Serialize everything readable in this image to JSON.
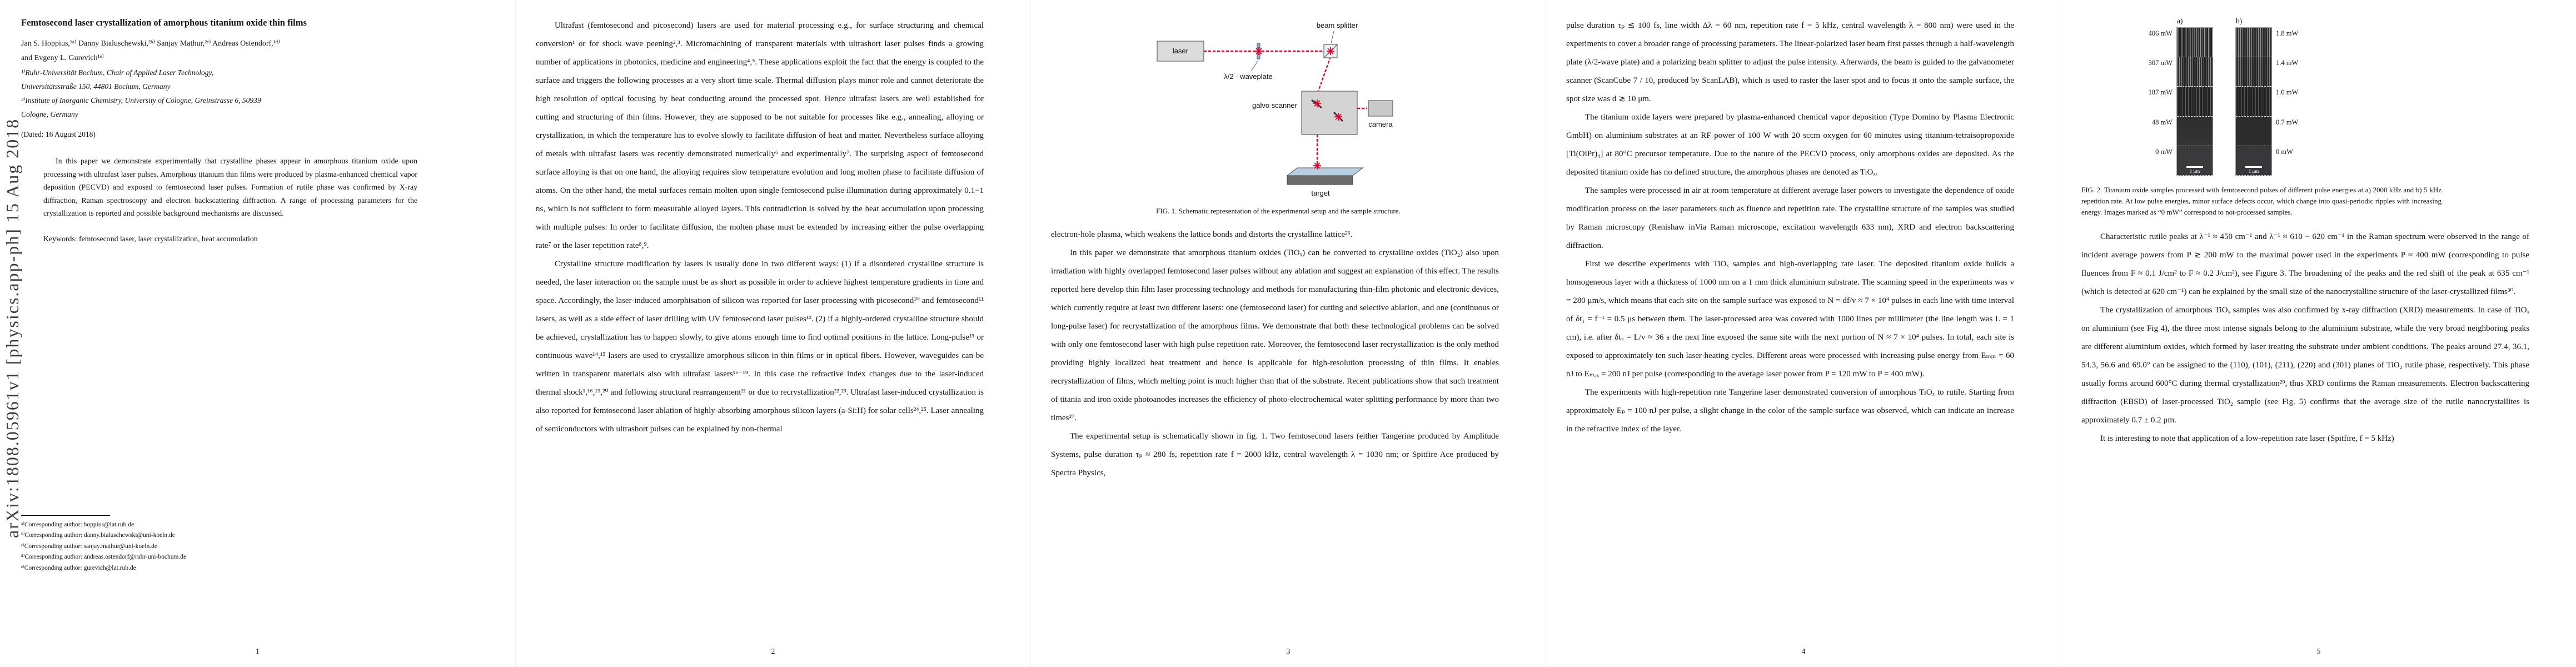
{
  "arxiv_label": "arXiv:1808.05961v1  [physics.app-ph]  15 Aug 2018",
  "page1": {
    "title": "Femtosecond laser crystallization of amorphous titanium oxide thin films",
    "authors_line1": "Jan S. Hoppius,¹ᵃ⁾ Danny Bialuschewski,²ᵇ⁾ Sanjay Mathur,²ᶜ⁾ Andreas Ostendorf,¹ᵈ⁾",
    "authors_line2": "and Evgeny L. Gurevich¹ᵉ⁾",
    "affiliation1": "¹⁾Ruhr-Universität Bochum, Chair of Applied Laser Technology, Universitätsstraße 150, 44801 Bochum, Germany",
    "affiliation2": "²⁾Institute of Inorganic Chemistry, University of Cologne, Greinstrasse 6, 50939 Cologne, Germany",
    "date": "(Dated: 16 August 2018)",
    "abstract": "In this paper we demonstrate experimentally that crystalline phases appear in amorphous titanium oxide upon processing with ultrafast laser pulses. Amorphous titanium thin films were produced by plasma-enhanced chemical vapor deposition (PECVD) and exposed to femtosecond laser pulses. Formation of rutile phase was confirmed by X-ray diffraction, Raman spectroscopy and electron backscattering diffraction. A range of processing parameters for the crystallization is reported and possible background mechanisms are discussed.",
    "keywords": "Keywords: femtosecond laser, laser crystallization, heat accumulation",
    "footnotes": [
      "ᵃ⁾Corresponding author: hoppius@lat.rub.de",
      "ᵇ⁾Corresponding author: danny.bialuschewski@uni-koeln.de",
      "ᶜ⁾Corresponding author: sanjay.mathur@uni-koeln.de",
      "ᵈ⁾Corresponding author: andreas.ostendorf@ruhr-uni-bochum.de",
      "ᵉ⁾Corresponding author: gurevich@lat.rub.de"
    ],
    "page_number": "1"
  },
  "page2": {
    "paragraphs": [
      "Ultrafast (femtosecond and picosecond) lasers are used for material processing e.g., for surface structuring and chemical conversion¹ or for shock wave peening²,³. Micromachining of transparent materials with ultrashort laser pulses finds a growing number of applications in photonics, medicine and engineering⁴,⁵. These applications exploit the fact that the energy is coupled to the surface and triggers the following processes at a very short time scale. Thermal diffusion plays minor role and cannot deteriorate the high resolution of optical focusing by heat conducting around the processed spot. Hence ultrafast lasers are well established for cutting and structuring of thin films. However, they are supposed to be not suitable for processes like e.g., annealing, alloying or crystallization, in which the temperature has to evolve slowly to facilitate diffusion of heat and matter. Nevertheless surface alloying of metals with ultrafast lasers was recently demonstrated numerically⁶ and experimentally⁷. The surprising aspect of femtosecond surface alloying is that on one hand, the alloying requires slow temperature evolution and long molten phase to facilitate diffusion of atoms. On the other hand, the metal surfaces remain molten upon single femtosecond pulse illumination during approximately 0.1−1 ns, which is not sufficient to form measurable alloyed layers. This contradiction is solved by the heat accumulation upon processing with multiple pulses: In order to facilitate diffusion, the molten phase must be extended by increasing either the pulse overlapping rate⁷ or the laser repetition rate⁸,⁹.",
      "Crystalline structure modification by lasers is usually done in two different ways: (1) if a disordered crystalline structure is needed, the laser interaction on the sample must be as short as possible in order to achieve highest temperature gradients in time and space. Accordingly, the laser-induced amorphisation of silicon was reported for laser processing with picosecond¹⁰ and femtosecond¹¹ lasers, as well as a side effect of laser drilling with UV femtosecond laser pulses¹². (2) if a highly-ordered crystalline structure should be achieved, crystallization has to happen slowly, to give atoms enough time to find optimal positions in the lattice. Long-pulse¹³ or continuous wave¹⁴,¹⁵ lasers are used to crystallize amorphous silicon in thin films or in optical fibers. However, waveguides can be written in transparent materials also with ultrafast lasers¹⁶⁻¹⁹. In this case the refractive index changes due to the laser-induced thermal shock¹,¹⁶,¹⁹,²⁰ and following structural rearrangement²¹ or due to recrystallization²²,²³. Ultrafast laser-induced crystallization is also reported for femtosecond laser ablation of highly-absorbing amorphous silicon layers (a-Si:H) for solar cells²⁴,²⁵. Laser annealing of semiconductors with ultrashort pulses can be explained by non-thermal"
    ],
    "page_number": "2"
  },
  "page3": {
    "figure1": {
      "labels": {
        "laser": "laser",
        "beam_splitter": "beam splitter",
        "waveplate": "λ/2 - waveplate",
        "galvo": "galvo scanner",
        "camera": "camera",
        "target": "target"
      },
      "caption": "FIG. 1.  Schematic representation of the experimental setup and the sample structure."
    },
    "paragraphs": [
      "electron-hole plasma, which weakens the lattice bonds and distorts the crystalline lattice²⁶.",
      "In this paper we demonstrate that amorphous titanium oxides (TiOₓ) can be converted to crystalline oxides (TiO₂) also upon irradiation with highly overlapped femtosecond laser pulses without any ablation and suggest an explanation of this effect. The results reported here develop thin film laser processing technology and methods for manufacturing thin-film photonic and electronic devices, which currently require at least two different lasers: one (femtosecond laser) for cutting and selective ablation, and one (continuous or long-pulse laser) for recrystallization of the amorphous films. We demonstrate that both these technological problems can be solved with only one femtosecond laser with high pulse repetition rate. Moreover, the femtosecond laser recrystallization is the only method providing highly localized heat treatment and hence is applicable for high-resolution processing of thin films. It enables recrystallization of films, which melting point is much higher than that of the substrate. Recent publications show that such treatment of titania and iron oxide photoanodes increases the efficiency of photo-electrochemical water splitting performance by more than two times²⁷.",
      "The experimental setup is schematically shown in fig. 1. Two femtosecond lasers (either Tangerine produced by Amplitude Systems, pulse duration τₚ ≈ 280 fs, repetition rate f = 2000 kHz, central wavelength λ = 1030 nm; or Spitfire Ace produced by Spectra Physics,"
    ],
    "page_number": "3"
  },
  "page4": {
    "paragraphs": [
      "pulse duration τₚ ≲ 100 fs, line width Δλ = 60 nm, repetition rate f = 5 kHz, central wavelength λ = 800 nm) were used in the experiments to cover a broader range of processing parameters. The linear-polarized laser beam first passes through a half-wavelength plate (λ/2-wave plate) and a polarizing beam splitter to adjust the pulse intensity. Afterwards, the beam is guided to the galvanometer scanner (ScanCube 7 / 10, produced by ScanLAB), which is used to raster the laser spot and to focus it onto the sample surface, the spot size was d ≳ 10 μm.",
      "The titanium oxide layers were prepared by plasma-enhanced chemical vapor deposition (Type Domino by Plasma Electronic GmbH) on aluminium substrates at an RF power of 100 W with 20 sccm oxygen for 60 minutes using titanium-tetraisopropoxide [Ti(OiPr)₄] at 80°C precursor temperature. Due to the nature of the PECVD process, only amorphous oxides are deposited. As the deposited titanium oxide has no defined structure, the amorphous phases are denoted as TiOₓ.",
      "The samples were processed in air at room temperature at different average laser powers to investigate the dependence of oxide modification process on the laser parameters such as fluence and repetition rate. The crystalline structure of the samples was studied by Raman microscopy (Renishaw inVia Raman microscope, excitation wavelength 633 nm), XRD and electron backscattering diffraction.",
      "First we describe experiments with TiOₓ samples and high-overlapping rate laser. The deposited titanium oxide builds a homogeneous layer with a thickness of 1000 nm on a 1 mm thick aluminium substrate. The scanning speed in the experiments was v = 280 μm/s, which means that each site on the sample surface was exposed to N = df/v ≈ 7 × 10⁴ pulses in each line with time interval of δt₁ = f⁻¹ = 0.5 μs between them. The laser-processed area was covered with 1000 lines per millimeter (the line length was L = 1 cm), i.e. after δt₂ = L/v ≈ 36 s the next line exposed the same site with the next portion of N ≈ 7 × 10⁴ pulses. In total, each site is exposed to approximately ten such laser-heating cycles. Different areas were processed with increasing pulse energy from Eₘᵢₙ = 60 nJ to Eₘₐₓ = 200 nJ per pulse (corresponding to the average laser power from P = 120 mW to P = 400 mW).",
      "The experiments with high-repetition rate Tangerine laser demonstrated conversion of amorphous TiOₓ to rutile. Starting from approximately Eₚ = 100 nJ per pulse, a slight change in the color of the sample surface was observed, which can indicate an increase in the refractive index of the layer."
    ],
    "page_number": "4"
  },
  "page5": {
    "figure2": {
      "panel_a_label": "a)",
      "panel_b_label": "b)",
      "left_powers": [
        "406 mW",
        "307 mW",
        "187 mW",
        "48 mW",
        "0 mW"
      ],
      "right_powers": [
        "1.8 mW",
        "1.4 mW",
        "1.0 mW",
        "0.7 mW",
        "0 mW"
      ],
      "scalebar": "1 μm",
      "caption": "FIG. 2.  Titanium oxide samples processed with femtosecond pulses of different pulse energies at a) 2000 kHz and b) 5 kHz repetition rate. At low pulse energies, minor surface defects occur, which change into quasi-periodic ripples with increasing energy. Images marked as “0 mW” correspond to not-processed samples."
    },
    "paragraphs": [
      "Characteristic rutile peaks at λ⁻¹ ≈ 450 cm⁻¹ and λ⁻¹ ≈ 610 − 620 cm⁻¹ in the Raman spectrum were observed in the range of incident average powers from P ≳ 200 mW to the maximal power used in the experiments P ≈ 400 mW (corresponding to pulse fluences from F ≈ 0.1 J/cm² to F ≈ 0.2 J/cm²), see Figure 3. The broadening of the peaks and the red shift of the peak at 635 cm⁻¹ (which is detected at 620 cm⁻¹) can be explained by the small size of the nanocrystalline structure of the laser-crystallized films³⁰.",
      "The crystallization of amorphous TiOₓ samples was also confirmed by x-ray diffraction (XRD) measurements. In case of TiOₓ on aluminium (see Fig 4), the three most intense signals belong to the aluminium substrate, while the very broad neighboring peaks are different aluminium oxides, which formed by laser treating the substrate under ambient conditions. The peaks around 27.4, 36.1, 54.3, 56.6 and 69.0° can be assigned to the (110), (101), (211), (220) and (301) planes of TiO₂ rutile phase, respectively. This phase usually forms around 600°C during thermal crystallization²⁹, thus XRD confirms the Raman measurements. Electron backscattering diffraction (EBSD) of laser-processed TiO₂ sample (see Fig. 5) confirms that the average size of the rutile nanocrystallites is approximately 0.7 ± 0.2 μm.",
      "It is interesting to note that application of a low-repetition rate laser (Spitfire, f = 5 kHz)"
    ],
    "page_number": "5"
  }
}
